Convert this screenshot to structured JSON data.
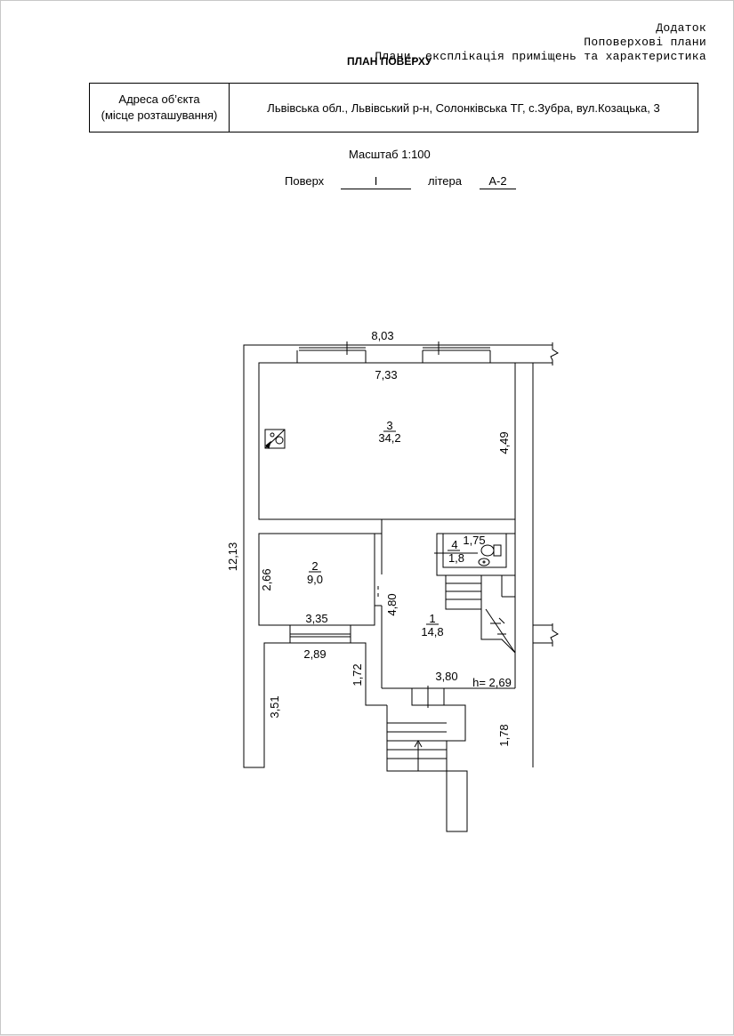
{
  "header": {
    "line1": "Додаток",
    "line2": "Поповерхові плани",
    "line3": "Плани, експлікація приміщень та характеристика",
    "title": "ПЛАН ПОВЕРХУ"
  },
  "address": {
    "label_line1": "Адреса об’єкта",
    "label_line2": "(місце розташування)",
    "value": "Львівська обл., Львівський р-н, Солонківська ТГ, с.Зубра, вул.Козацька, 3"
  },
  "scale_text": "Масштаб 1:100",
  "floor": {
    "label": "Поверх",
    "value": "І",
    "litera_label": "літера",
    "litera_value": "А-2"
  },
  "rooms": [
    {
      "number": "3",
      "area": "34,2"
    },
    {
      "number": "2",
      "area": "9,0"
    },
    {
      "number": "1",
      "area": "14,8"
    },
    {
      "number": "4",
      "area": "1,8"
    }
  ],
  "dimensions": {
    "top_outer": "8,03",
    "top_inner": "7,33",
    "room3_height": "4,49",
    "total_height": "12,13",
    "room2_height": "2,66",
    "room2_width": "3,35",
    "lower_left_width": "2,89",
    "lower_left_height": "3,51",
    "stair_step": "1,72",
    "room1_height": "4,80",
    "room1_width": "3,80",
    "ceiling_height": "h= 2,69",
    "room4_width": "1,75",
    "right_lower_height": "1,78"
  }
}
